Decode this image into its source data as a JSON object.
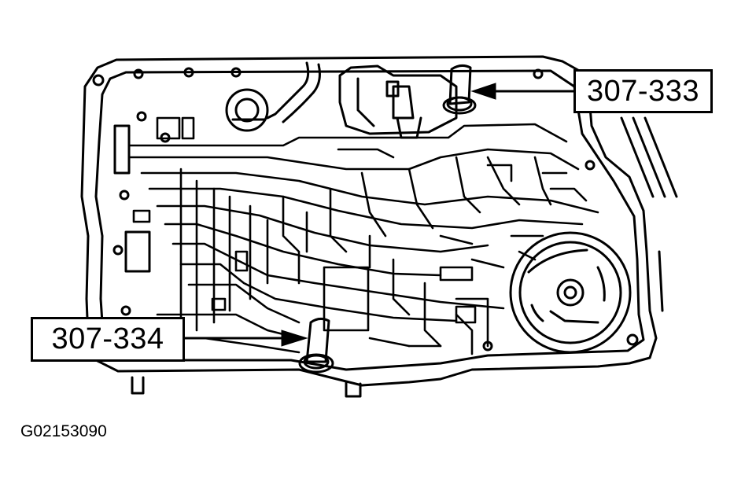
{
  "callouts": {
    "top_tool": "307-333",
    "bottom_tool": "307-334"
  },
  "figure_id": "G02153090",
  "colors": {
    "line": "#000000",
    "background": "#ffffff"
  }
}
